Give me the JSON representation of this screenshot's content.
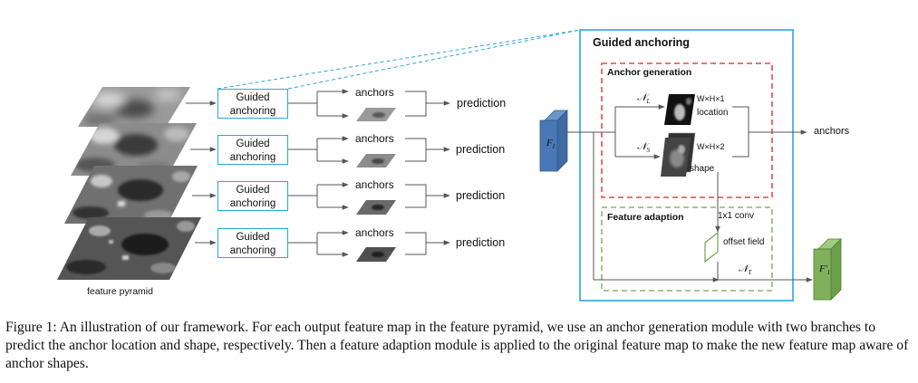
{
  "figure": {
    "pyramid_label": "feature pyramid",
    "levels": [
      {
        "module_line1": "Guided",
        "module_line2": "anchoring",
        "anchors": "anchors",
        "prediction": "prediction"
      },
      {
        "module_line1": "Guided",
        "module_line2": "anchoring",
        "anchors": "anchors",
        "prediction": "prediction"
      },
      {
        "module_line1": "Guided",
        "module_line2": "anchoring",
        "anchors": "anchors",
        "prediction": "prediction"
      },
      {
        "module_line1": "Guided",
        "module_line2": "anchoring",
        "anchors": "anchors",
        "prediction": "prediction"
      }
    ],
    "detail": {
      "title": "Guided anchoring",
      "anchor_generation": "Anchor generation",
      "feature_adaption": "Feature adaption",
      "input": "F_I",
      "output": "F'_I",
      "n_l": "N_L",
      "n_s": "N_S",
      "n_t": "N_T",
      "loc_dims": "W×H×1",
      "loc_label": "location",
      "shape_dims": "W×H×2",
      "shape_label": "shape",
      "conv_label": "1x1 conv",
      "offset_label": "offset field",
      "anchors_out": "anchors"
    },
    "colors": {
      "cyan": "#2aa7de",
      "red": "#e0211f",
      "green": "#6fa84a",
      "blue_block": "#4a78b4",
      "green_block": "#7fb15c"
    }
  },
  "caption": {
    "text": "Figure 1: An illustration of our framework. For each output feature map in the feature pyramid, we use an anchor generation module with two branches to predict the anchor location and shape, respectively. Then a feature adaption module is applied to the original feature map to make the new feature map aware of anchor shapes."
  }
}
